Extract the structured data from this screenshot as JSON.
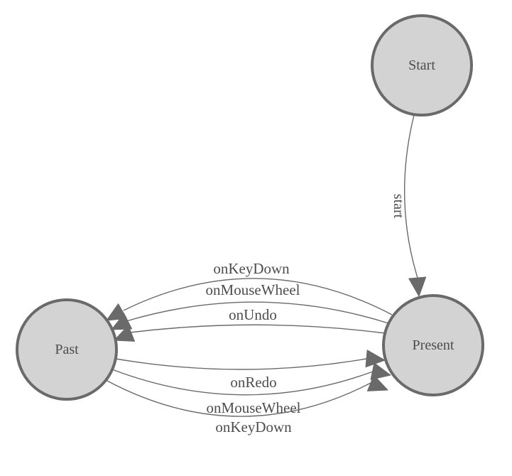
{
  "diagram": {
    "type": "state-machine",
    "background_color": "#ffffff",
    "colors": {
      "node_fill": "#d3d3d3",
      "node_stroke": "#6a6a6a",
      "edge_stroke": "#6a6a6a",
      "arrowhead_fill": "#6a6a6a",
      "label_text": "#4d4d4d"
    },
    "nodes": {
      "start": {
        "label": "Start"
      },
      "present": {
        "label": "Present"
      },
      "past": {
        "label": "Past"
      }
    },
    "edges": {
      "start_to_present": {
        "label": "start"
      },
      "present_to_past": [
        {
          "label": "onKeyDown"
        },
        {
          "label": "onMouseWheel"
        },
        {
          "label": "onUndo"
        }
      ],
      "past_to_present": [
        {
          "label": "onRedo"
        },
        {
          "label": "onMouseWheel"
        },
        {
          "label": "onKeyDown"
        }
      ]
    }
  }
}
